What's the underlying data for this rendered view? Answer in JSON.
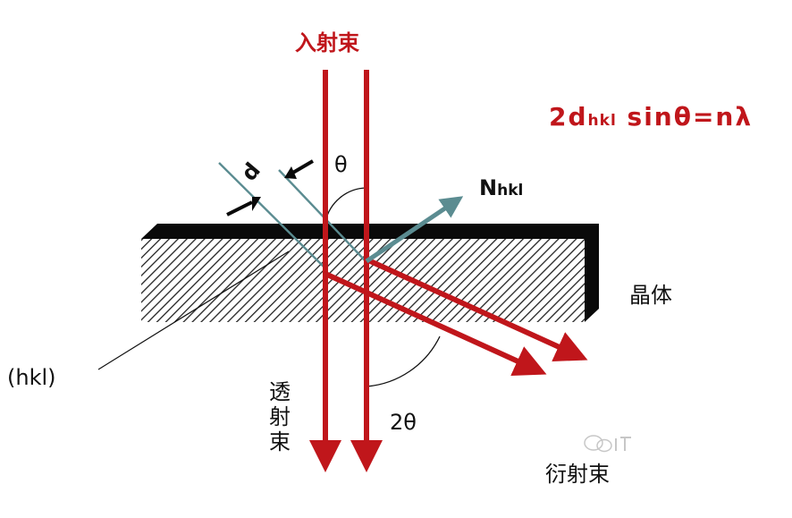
{
  "labels": {
    "incident_beam": "入射束",
    "formula_prefix": "2d",
    "formula_sub": "hkl",
    "formula_suffix": " sinθ=nλ",
    "theta": "θ",
    "normal_prefix": "N",
    "normal_sub": "hkl",
    "spacing": "d",
    "crystal": "晶体",
    "plane": "(hkl)",
    "transmitted_chars": [
      "透",
      "射",
      "束"
    ],
    "two_theta": "2θ",
    "diffracted_beam": "衍射束"
  },
  "icons": {
    "watermark": "wechat-watermark-icon"
  },
  "colors": {
    "beam_red": "#c0161b",
    "normal_teal": "#5b8c91",
    "crystal_black": "#0a0a0a",
    "hatch": "#222222"
  }
}
